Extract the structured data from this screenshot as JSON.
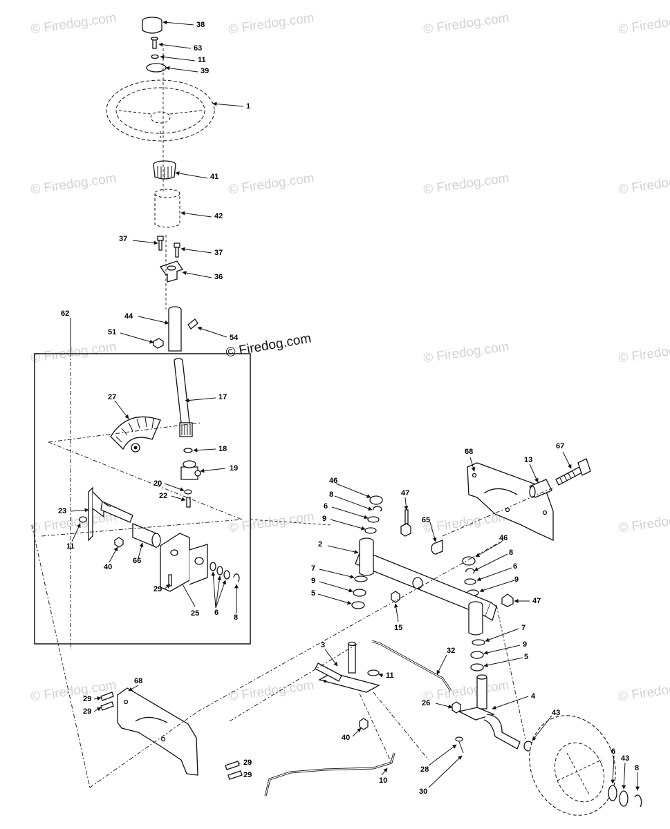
{
  "watermark": {
    "text": "© Firedog.com",
    "faded_text": "© Firedog.com"
  },
  "callouts": [
    {
      "id": "c38",
      "label": "38"
    },
    {
      "id": "c63",
      "label": "63"
    },
    {
      "id": "c11a",
      "label": "11"
    },
    {
      "id": "c39",
      "label": "39"
    },
    {
      "id": "c1",
      "label": "1"
    },
    {
      "id": "c41",
      "label": "41"
    },
    {
      "id": "c42",
      "label": "42"
    },
    {
      "id": "c37a",
      "label": "37"
    },
    {
      "id": "c37b",
      "label": "37"
    },
    {
      "id": "c36",
      "label": "36"
    },
    {
      "id": "c62",
      "label": "62"
    },
    {
      "id": "c44",
      "label": "44"
    },
    {
      "id": "c51",
      "label": "51"
    },
    {
      "id": "c54",
      "label": "54"
    },
    {
      "id": "c17",
      "label": "17"
    },
    {
      "id": "c27",
      "label": "27"
    },
    {
      "id": "c18",
      "label": "18"
    },
    {
      "id": "c19",
      "label": "19"
    },
    {
      "id": "c20",
      "label": "20"
    },
    {
      "id": "c22",
      "label": "22"
    },
    {
      "id": "c23",
      "label": "23"
    },
    {
      "id": "c11b",
      "label": "11"
    },
    {
      "id": "c40a",
      "label": "40"
    },
    {
      "id": "c66",
      "label": "66"
    },
    {
      "id": "c29a",
      "label": "29"
    },
    {
      "id": "c25",
      "label": "25"
    },
    {
      "id": "c6a",
      "label": "6"
    },
    {
      "id": "c8a",
      "label": "8"
    },
    {
      "id": "c68a",
      "label": "68"
    },
    {
      "id": "c67",
      "label": "67"
    },
    {
      "id": "c13",
      "label": "13"
    },
    {
      "id": "c46a",
      "label": "46"
    },
    {
      "id": "c47a",
      "label": "47"
    },
    {
      "id": "c8b",
      "label": "8"
    },
    {
      "id": "c6b",
      "label": "6"
    },
    {
      "id": "c9a",
      "label": "9"
    },
    {
      "id": "c65",
      "label": "65"
    },
    {
      "id": "c2",
      "label": "2"
    },
    {
      "id": "c46b",
      "label": "46"
    },
    {
      "id": "c8c",
      "label": "8"
    },
    {
      "id": "c6c",
      "label": "6"
    },
    {
      "id": "c9b",
      "label": "9"
    },
    {
      "id": "c7a",
      "label": "7"
    },
    {
      "id": "c9c",
      "label": "9"
    },
    {
      "id": "c5a",
      "label": "5"
    },
    {
      "id": "c15",
      "label": "15"
    },
    {
      "id": "c47b",
      "label": "47"
    },
    {
      "id": "c7b",
      "label": "7"
    },
    {
      "id": "c9d",
      "label": "9"
    },
    {
      "id": "c5b",
      "label": "5"
    },
    {
      "id": "c3",
      "label": "3"
    },
    {
      "id": "c32",
      "label": "32"
    },
    {
      "id": "c11c",
      "label": "11"
    },
    {
      "id": "c68b",
      "label": "68"
    },
    {
      "id": "c29b",
      "label": "29"
    },
    {
      "id": "c29c",
      "label": "29"
    },
    {
      "id": "c26",
      "label": "26"
    },
    {
      "id": "c4",
      "label": "4"
    },
    {
      "id": "c43a",
      "label": "43"
    },
    {
      "id": "c40b",
      "label": "40"
    },
    {
      "id": "c28",
      "label": "28"
    },
    {
      "id": "c29d",
      "label": "29"
    },
    {
      "id": "c29e",
      "label": "29"
    },
    {
      "id": "c10",
      "label": "10"
    },
    {
      "id": "c30",
      "label": "30"
    },
    {
      "id": "c6d",
      "label": "6"
    },
    {
      "id": "c43b",
      "label": "43"
    },
    {
      "id": "c8d",
      "label": "8"
    }
  ]
}
